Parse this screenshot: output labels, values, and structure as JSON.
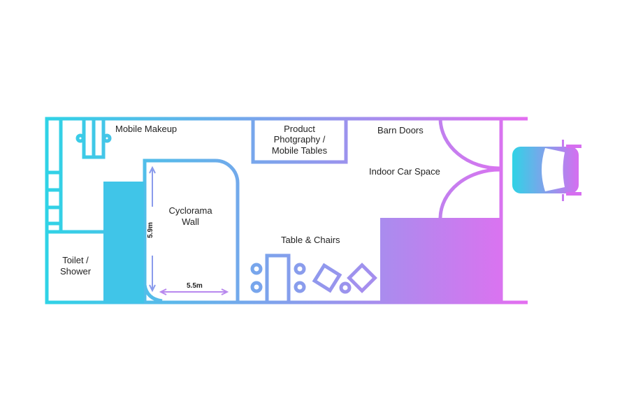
{
  "title": "Studio floor plan",
  "colors": {
    "gradient_start": "#2fd3e6",
    "gradient_mid": "#7aa4ec",
    "gradient_end": "#e46ef0"
  },
  "labels": {
    "mobile_makeup": "Mobile Makeup",
    "product": "Product\nPhotgraphy /\nMobile Tables",
    "product_l1": "Product",
    "product_l2": "Photgraphy /",
    "product_l3": "Mobile Tables",
    "barn_doors": "Barn Doors",
    "indoor_car": "Indoor Car Space",
    "cyclorama_l1": "Cyclorama",
    "cyclorama_l2": "Wall",
    "table_chairs": "Table & Chairs",
    "toilet_l1": "Toilet /",
    "toilet_l2": "Shower"
  },
  "dimensions": {
    "height": "5.9m",
    "width": "5.5m"
  },
  "icons": [
    "car-icon",
    "chair-icon",
    "table-icon",
    "door-swing-icon"
  ]
}
